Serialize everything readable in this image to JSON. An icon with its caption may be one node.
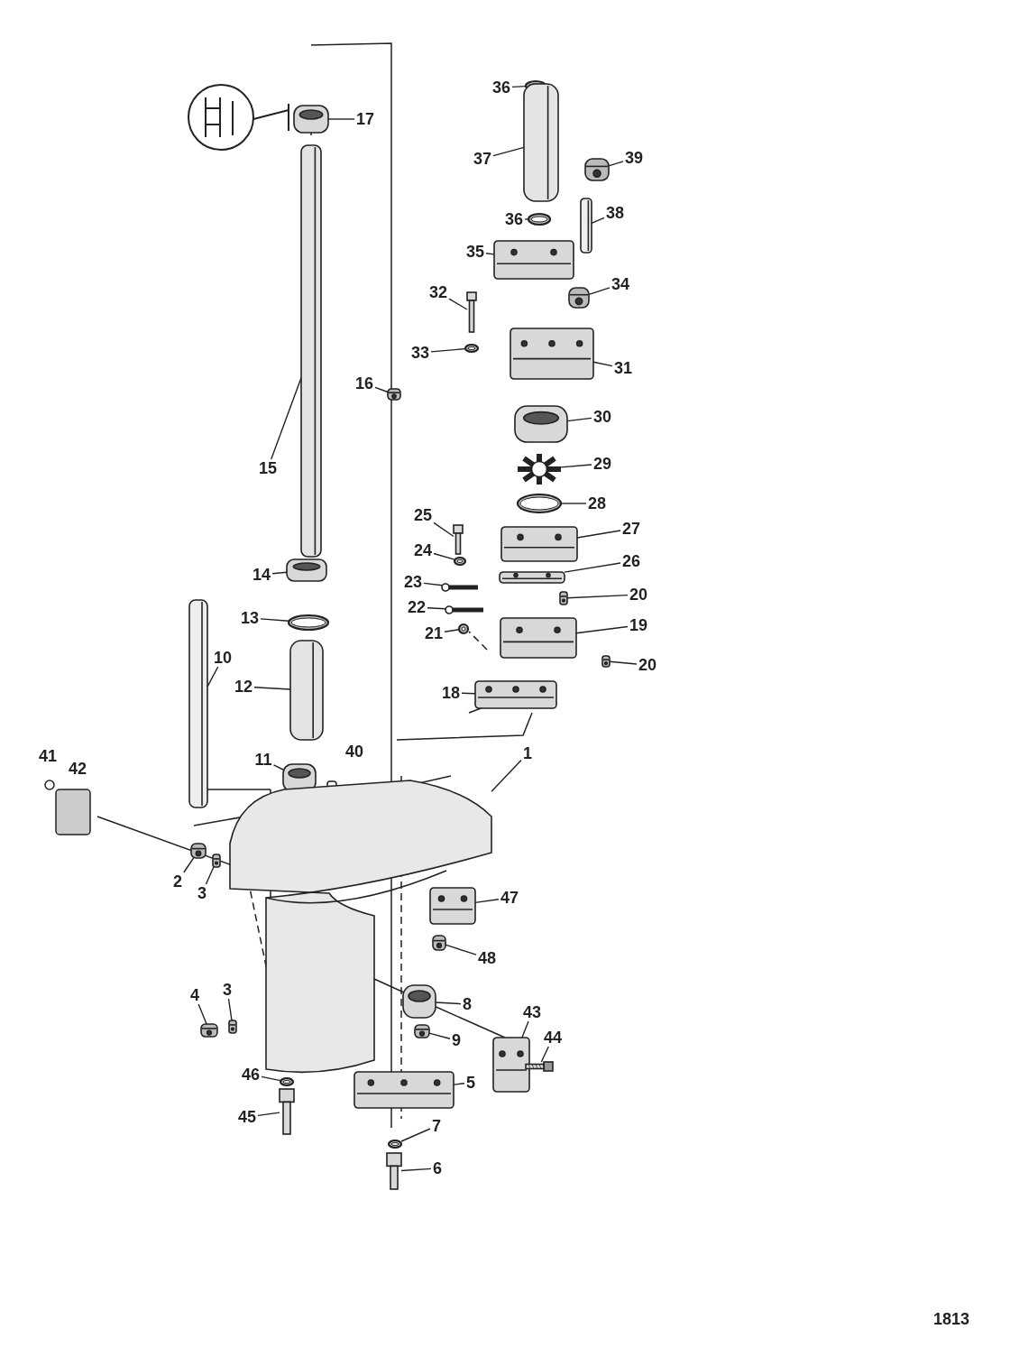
{
  "diagram": {
    "nodes": [
      {
        "text": [
          "17"
        ]
      },
      {
        "text": [],
        "shape": "picture"
      },
      {
        "text": [
          "36"
        ]
      },
      {
        "text": [],
        "shape": "picture"
      },
      {
        "text": [
          "37"
        ]
      },
      {
        "text": [],
        "shape": "picture"
      },
      {
        "text": [
          "39"
        ]
      },
      {
        "text": [],
        "shape": "picture"
      },
      {
        "text": [
          "38"
        ]
      },
      {
        "text": [],
        "shape": "picture"
      },
      {
        "text": [
          "36"
        ]
      },
      {
        "text": [],
        "shape": "picture"
      },
      {
        "text": [
          "35"
        ]
      },
      {
        "text": [],
        "shape": "picture"
      },
      {
        "text": [
          "32"
        ]
      },
      {
        "text": [],
        "shape": "picture"
      },
      {
        "text": [
          "34"
        ]
      },
      {
        "text": [],
        "shape": "picture"
      },
      {
        "text": [
          "33"
        ]
      },
      {
        "text": [],
        "shape": "picture"
      },
      {
        "text": [
          "31"
        ]
      },
      {
        "text": [],
        "shape": "picture"
      },
      {
        "text": [
          "16"
        ]
      },
      {
        "text": [],
        "shape": "picture"
      },
      {
        "text": [
          "30"
        ]
      },
      {
        "text": [],
        "shape": "picture"
      },
      {
        "text": [
          "29"
        ]
      },
      {
        "text": [],
        "shape": "picture"
      },
      {
        "text": [
          "15"
        ]
      },
      {
        "text": [],
        "shape": "picture"
      },
      {
        "text": [
          "28"
        ]
      },
      {
        "text": [],
        "shape": "picture"
      },
      {
        "text": [
          "25"
        ]
      },
      {
        "text": [],
        "shape": "picture"
      },
      {
        "text": [
          "27"
        ]
      },
      {
        "text": [],
        "shape": "picture"
      },
      {
        "text": [
          "24"
        ]
      },
      {
        "text": [],
        "shape": "picture"
      },
      {
        "text": [
          "14"
        ]
      },
      {
        "text": [],
        "shape": "picture"
      },
      {
        "text": [
          "26"
        ]
      },
      {
        "text": [],
        "shape": "picture"
      },
      {
        "text": [
          "23"
        ]
      },
      {
        "text": [],
        "shape": "picture"
      },
      {
        "text": [
          "20"
        ]
      },
      {
        "text": [],
        "shape": "picture"
      },
      {
        "text": [
          "22"
        ]
      },
      {
        "text": [],
        "shape": "picture"
      },
      {
        "text": [
          "13"
        ]
      },
      {
        "text": [],
        "shape": "picture"
      },
      {
        "text": [
          "19"
        ]
      },
      {
        "text": [],
        "shape": "picture"
      },
      {
        "text": [
          "21"
        ]
      },
      {
        "text": [],
        "shape": "picture"
      },
      {
        "text": [
          "10"
        ]
      },
      {
        "text": [],
        "shape": "picture"
      },
      {
        "text": [
          "20"
        ]
      },
      {
        "text": [],
        "shape": "picture"
      },
      {
        "text": [
          "12"
        ]
      },
      {
        "text": [],
        "shape": "picture"
      },
      {
        "text": [
          "18"
        ]
      },
      {
        "text": [],
        "shape": "picture"
      },
      {
        "text": [
          "11"
        ]
      },
      {
        "text": [],
        "shape": "picture"
      },
      {
        "text": [
          "1"
        ]
      },
      {
        "text": [],
        "shape": "picture"
      },
      {
        "text": [
          "2"
        ]
      },
      {
        "text": [],
        "shape": "picture"
      },
      {
        "text": [
          "3"
        ]
      },
      {
        "text": [],
        "shape": "picture"
      },
      {
        "text": [
          "47"
        ]
      },
      {
        "text": [],
        "shape": "picture"
      },
      {
        "text": [
          "48"
        ]
      },
      {
        "text": [],
        "shape": "picture"
      },
      {
        "text": [
          "3"
        ]
      },
      {
        "text": [],
        "shape": "picture"
      },
      {
        "text": [
          "4"
        ]
      },
      {
        "text": [],
        "shape": "picture"
      },
      {
        "text": [
          "8"
        ]
      },
      {
        "text": [],
        "shape": "picture"
      },
      {
        "text": [
          "43"
        ]
      },
      {
        "text": [],
        "shape": "picture"
      },
      {
        "text": [
          "9"
        ]
      },
      {
        "text": [],
        "shape": "picture"
      },
      {
        "text": [
          "44"
        ]
      },
      {
        "text": [],
        "shape": "picture"
      },
      {
        "text": [
          "46"
        ]
      },
      {
        "text": [],
        "shape": "picture"
      },
      {
        "text": [
          "5"
        ]
      },
      {
        "text": [],
        "shape": "picture"
      },
      {
        "text": [
          "45"
        ]
      },
      {
        "text": [],
        "shape": "picture"
      },
      {
        "text": [
          "7"
        ]
      },
      {
        "text": [],
        "shape": "picture"
      },
      {
        "text": [
          "6"
        ]
      },
      {
        "text": [],
        "shape": "picture"
      }
    ],
    "edges": [
      {
        "from": 0,
        "to": 1,
        "arrow": "none"
      },
      {
        "from": 2,
        "to": 3,
        "arrow": "none"
      },
      {
        "from": 4,
        "to": 5,
        "arrow": "none"
      },
      {
        "from": 6,
        "to": 7,
        "arrow": "none"
      },
      {
        "from": 8,
        "to": 9,
        "arrow": "none"
      },
      {
        "from": 10,
        "to": 11,
        "arrow": "none"
      },
      {
        "from": 12,
        "to": 13,
        "arrow": "none"
      },
      {
        "from": 14,
        "to": 15,
        "arrow": "none"
      },
      {
        "from": 16,
        "to": 17,
        "arrow": "none"
      },
      {
        "from": 18,
        "to": 19,
        "arrow": "none"
      },
      {
        "from": 20,
        "to": 21,
        "arrow": "none"
      },
      {
        "from": 22,
        "to": 23,
        "arrow": "none"
      },
      {
        "from": 24,
        "to": 25,
        "arrow": "none"
      },
      {
        "from": 26,
        "to": 27,
        "arrow": "none"
      },
      {
        "from": 28,
        "to": 29,
        "arrow": "none"
      },
      {
        "from": 30,
        "to": 31,
        "arrow": "none"
      },
      {
        "from": 32,
        "to": 33,
        "arrow": "none"
      },
      {
        "from": 34,
        "to": 35,
        "arrow": "none"
      },
      {
        "from": 36,
        "to": 37,
        "arrow": "none"
      },
      {
        "from": 38,
        "to": 39,
        "arrow": "none"
      },
      {
        "from": 40,
        "to": 41,
        "arrow": "none"
      },
      {
        "from": 42,
        "to": 43,
        "arrow": "none"
      },
      {
        "from": 44,
        "to": 45,
        "arrow": "none"
      },
      {
        "from": 46,
        "to": 47,
        "arrow": "none"
      },
      {
        "from": 48,
        "to": 49,
        "arrow": "none"
      },
      {
        "from": 50,
        "to": 51,
        "arrow": "none"
      },
      {
        "from": 52,
        "to": 53,
        "arrow": "none"
      },
      {
        "from": 54,
        "to": 55,
        "arrow": "none"
      },
      {
        "from": 56,
        "to": 57,
        "arrow": "none"
      },
      {
        "from": 58,
        "to": 59,
        "arrow": "none"
      },
      {
        "from": 60,
        "to": 61,
        "arrow": "none"
      },
      {
        "from": 62,
        "to": 63,
        "arrow": "none"
      },
      {
        "from": 64,
        "to": 65,
        "arrow": "none"
      },
      {
        "from": 66,
        "to": 67,
        "arrow": "none"
      },
      {
        "from": 68,
        "to": 69,
        "arrow": "none"
      },
      {
        "from": 70,
        "to": 71,
        "arrow": "none"
      },
      {
        "from": 72,
        "to": 73,
        "arrow": "none"
      },
      {
        "from": 74,
        "to": 75,
        "arrow": "none"
      },
      {
        "from": 76,
        "to": 77,
        "arrow": "none"
      },
      {
        "from": 78,
        "to": 79,
        "arrow": "none"
      },
      {
        "from": 80,
        "to": 81,
        "arrow": "none"
      },
      {
        "from": 82,
        "to": 83,
        "arrow": "none"
      },
      {
        "from": 84,
        "to": 85,
        "arrow": "none"
      },
      {
        "from": 86,
        "to": 87,
        "arrow": "none"
      },
      {
        "from": 88,
        "to": 89,
        "arrow": "none"
      },
      {
        "from": 90,
        "to": 91,
        "arrow": "none"
      },
      {
        "from": 92,
        "to": 93,
        "arrow": "none"
      },
      {
        "from": 94,
        "to": 95,
        "arrow": "none"
      }
    ],
    "labels": [
      "40",
      "41",
      "42",
      "1813"
    ]
  }
}
